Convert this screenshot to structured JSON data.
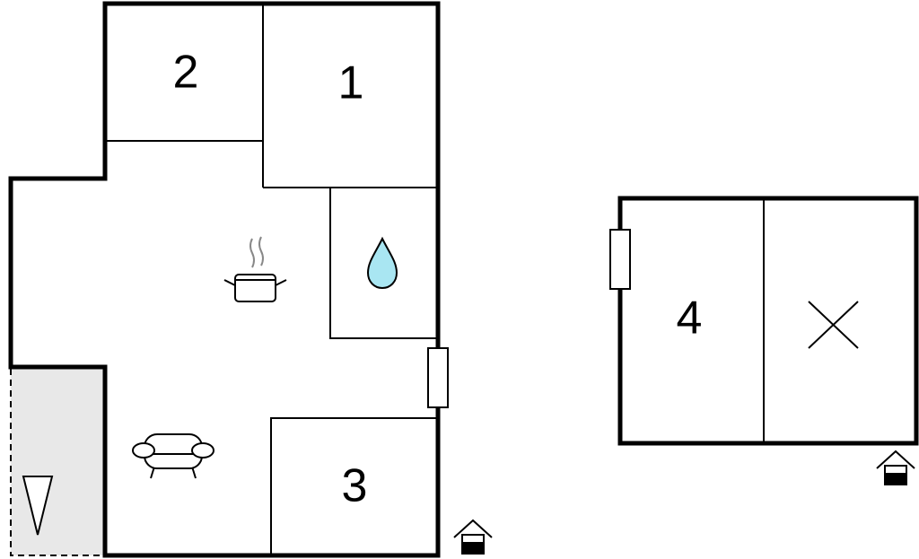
{
  "colors": {
    "wall": "#000000",
    "terrace_fill": "#e8e8e8",
    "water_drop": "#a9e6f2",
    "background": "#ffffff"
  },
  "rooms": [
    {
      "id": "room-1",
      "label": "1"
    },
    {
      "id": "room-2",
      "label": "2"
    },
    {
      "id": "room-3",
      "label": "3"
    },
    {
      "id": "room-4",
      "label": "4"
    }
  ],
  "icons": [
    "kitchen-pot-icon",
    "bathroom-drop-icon",
    "sofa-icon",
    "north-arrow-icon",
    "entrance-icon",
    "empty-room-cross-icon"
  ]
}
